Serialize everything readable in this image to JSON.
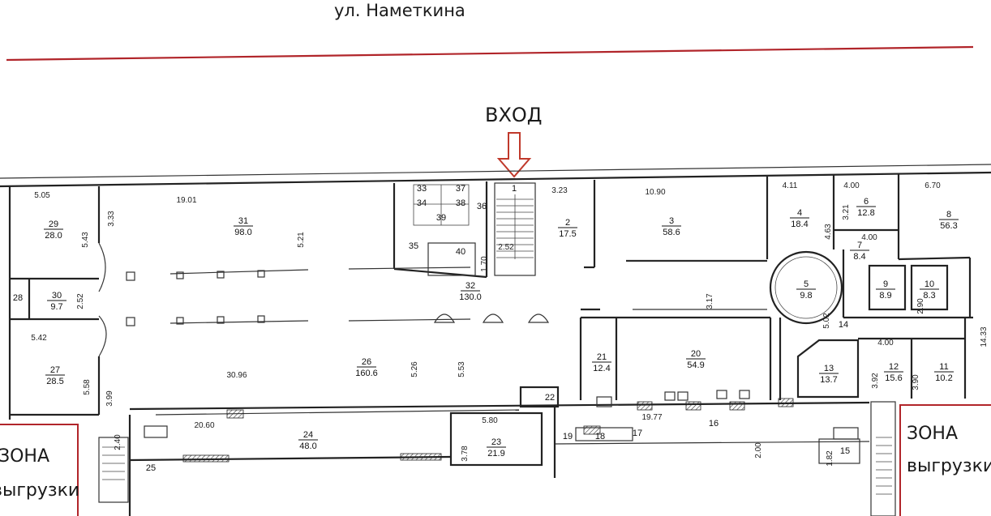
{
  "street": "ул. Наметкина",
  "entrance": "ВХОД",
  "zones": [
    {
      "line1": "ЗОНА",
      "line2": "выгрузки"
    },
    {
      "line1": "ЗОНА",
      "line2": "выгрузки"
    }
  ],
  "rooms": [
    {
      "id": "29",
      "num": "29",
      "area": "28.0"
    },
    {
      "id": "31",
      "num": "31",
      "area": "98.0"
    },
    {
      "id": "2",
      "num": "2",
      "area": "17.5"
    },
    {
      "id": "3",
      "num": "3",
      "area": "58.6"
    },
    {
      "id": "4",
      "num": "4",
      "area": "18.4"
    },
    {
      "id": "6",
      "num": "6",
      "area": "12.8"
    },
    {
      "id": "8",
      "num": "8",
      "area": "56.3"
    },
    {
      "id": "7",
      "num": "7",
      "area": "8.4"
    },
    {
      "id": "30",
      "num": "30",
      "area": "9.7"
    },
    {
      "id": "32",
      "num": "32",
      "area": "130.0"
    },
    {
      "id": "5",
      "num": "5",
      "area": "9.8"
    },
    {
      "id": "9",
      "num": "9",
      "area": "8.9"
    },
    {
      "id": "10",
      "num": "10",
      "area": "8.3"
    },
    {
      "id": "27",
      "num": "27",
      "area": "28.5"
    },
    {
      "id": "26",
      "num": "26",
      "area": "160.6"
    },
    {
      "id": "21",
      "num": "21",
      "area": "12.4"
    },
    {
      "id": "20",
      "num": "20",
      "area": "54.9"
    },
    {
      "id": "13",
      "num": "13",
      "area": "13.7"
    },
    {
      "id": "12",
      "num": "12",
      "area": "15.6"
    },
    {
      "id": "11",
      "num": "11",
      "area": "10.2"
    },
    {
      "id": "24",
      "num": "24",
      "area": "48.0"
    },
    {
      "id": "23",
      "num": "23",
      "area": "21.9"
    }
  ],
  "labels": [
    {
      "id": "1",
      "text": "1"
    },
    {
      "id": "28",
      "text": "28"
    },
    {
      "id": "35",
      "text": "35"
    },
    {
      "id": "36",
      "text": "36"
    },
    {
      "id": "40",
      "text": "40"
    },
    {
      "id": "33",
      "text": "33"
    },
    {
      "id": "34",
      "text": "34"
    },
    {
      "id": "37",
      "text": "37"
    },
    {
      "id": "38",
      "text": "38"
    },
    {
      "id": "39",
      "text": "39"
    },
    {
      "id": "14",
      "text": "14"
    },
    {
      "id": "22",
      "text": "22"
    },
    {
      "id": "16",
      "text": "16"
    },
    {
      "id": "25",
      "text": "25"
    },
    {
      "id": "15",
      "text": "15"
    },
    {
      "id": "19",
      "text": "19"
    },
    {
      "id": "18",
      "text": "18"
    },
    {
      "id": "17",
      "text": "17"
    }
  ],
  "dimensions": [
    {
      "id": "d-5-05",
      "text": "5.05"
    },
    {
      "id": "d-19-01",
      "text": "19.01"
    },
    {
      "id": "d-3-33",
      "text": "3.33"
    },
    {
      "id": "d-5-43",
      "text": "5.43"
    },
    {
      "id": "d-5-21",
      "text": "5.21"
    },
    {
      "id": "d-3-23",
      "text": "3.23"
    },
    {
      "id": "d-10-90",
      "text": "10.90"
    },
    {
      "id": "d-4-11",
      "text": "4.11"
    },
    {
      "id": "d-4-00a",
      "text": "4.00"
    },
    {
      "id": "d-6-70",
      "text": "6.70"
    },
    {
      "id": "d-3-21",
      "text": "3.21"
    },
    {
      "id": "d-4-63",
      "text": "4.63"
    },
    {
      "id": "d-4-00b",
      "text": "4.00"
    },
    {
      "id": "d-2-52a",
      "text": "2.52"
    },
    {
      "id": "d-1-70",
      "text": "1.70"
    },
    {
      "id": "d-2-52b",
      "text": "2.52"
    },
    {
      "id": "d-3-17",
      "text": "3.17"
    },
    {
      "id": "d-5-02",
      "text": "5.02"
    },
    {
      "id": "d-2-90",
      "text": "2.90"
    },
    {
      "id": "d-5-42",
      "text": "5.42"
    },
    {
      "id": "d-14-33",
      "text": "14.33"
    },
    {
      "id": "d-4-00c",
      "text": "4.00"
    },
    {
      "id": "d-5-58",
      "text": "5.58"
    },
    {
      "id": "d-3-99",
      "text": "3.99"
    },
    {
      "id": "d-30-96",
      "text": "30.96"
    },
    {
      "id": "d-5-26",
      "text": "5.26"
    },
    {
      "id": "d-5-53",
      "text": "5.53"
    },
    {
      "id": "d-3-92",
      "text": "3.92"
    },
    {
      "id": "d-3-90",
      "text": "3.90"
    },
    {
      "id": "d-20-60",
      "text": "20.60"
    },
    {
      "id": "d-2-40",
      "text": "2.40"
    },
    {
      "id": "d-5-80",
      "text": "5.80"
    },
    {
      "id": "d-3-78",
      "text": "3.78"
    },
    {
      "id": "d-19-77",
      "text": "19.77"
    },
    {
      "id": "d-2-00",
      "text": "2.00"
    },
    {
      "id": "d-1-82",
      "text": "1.82"
    }
  ],
  "colors": {
    "street_line": "#b1252a",
    "zone_border": "#b1252a",
    "arrow": "#c0392b",
    "wall": "#222222"
  }
}
